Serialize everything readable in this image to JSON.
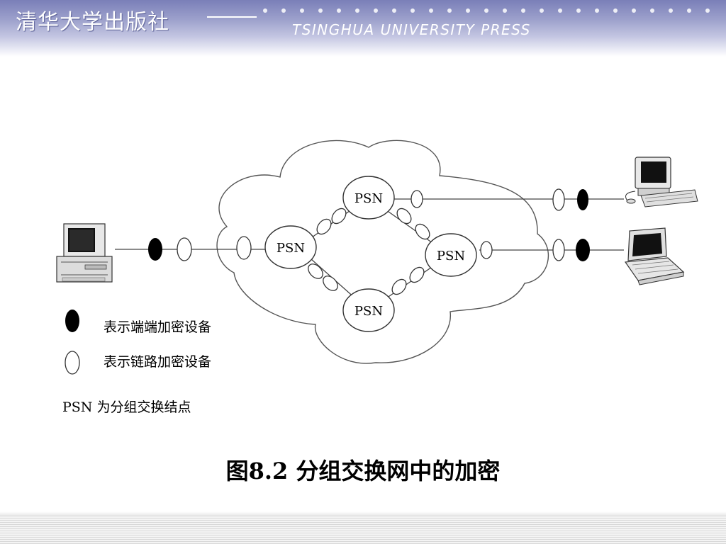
{
  "header": {
    "publisher_cn": "清华大学出版社",
    "publisher_en": "TSINGHUA UNIVERSITY PRESS"
  },
  "diagram": {
    "nodes": [
      {
        "id": "psn-top",
        "label": "PSN"
      },
      {
        "id": "psn-left",
        "label": "PSN"
      },
      {
        "id": "psn-right",
        "label": "PSN"
      },
      {
        "id": "psn-bottom",
        "label": "PSN"
      }
    ]
  },
  "legend": {
    "end_to_end": "表示端端加密设备",
    "link": "表示链路加密设备",
    "psn": "PSN 为分组交换结点"
  },
  "caption": "图8.2 分组交换网中的加密"
}
